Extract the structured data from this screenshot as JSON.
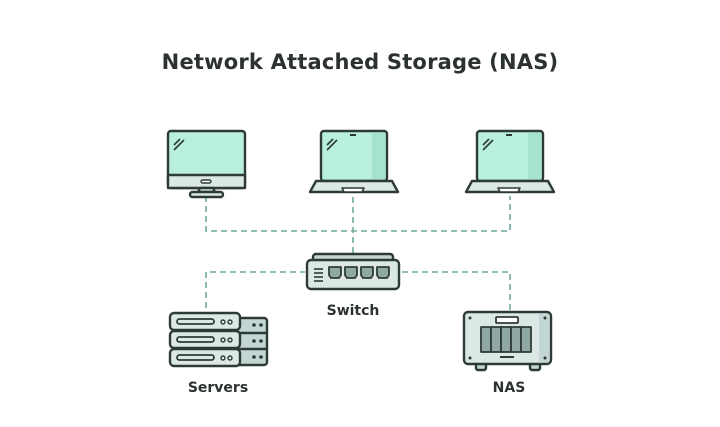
{
  "title": "Network Attached Storage (NAS)",
  "colors": {
    "outline": "#2e3a36",
    "screen": "#b8f0dc",
    "screen_shade": "#a5e3cc",
    "body": "#dbe8e6",
    "body_shade": "#c3d6d3",
    "dark_fill": "#8fa8a3",
    "link": "#6fa8a0"
  },
  "nodes": {
    "desktop": {
      "label": "",
      "icon": "desktop-monitor-icon"
    },
    "laptop_center": {
      "label": "",
      "icon": "laptop-icon"
    },
    "laptop_right": {
      "label": "",
      "icon": "laptop-icon"
    },
    "switch": {
      "label": "Switch",
      "icon": "network-switch-icon"
    },
    "servers": {
      "label": "Servers",
      "icon": "server-rack-icon"
    },
    "nas": {
      "label": "NAS",
      "icon": "nas-device-icon"
    }
  },
  "connections": [
    {
      "from": "desktop",
      "to": "switch",
      "style": "dashed"
    },
    {
      "from": "laptop_center",
      "to": "switch",
      "style": "dashed"
    },
    {
      "from": "laptop_right",
      "to": "switch",
      "style": "dashed"
    },
    {
      "from": "switch",
      "to": "servers",
      "style": "dashed"
    },
    {
      "from": "switch",
      "to": "nas",
      "style": "dashed"
    }
  ]
}
